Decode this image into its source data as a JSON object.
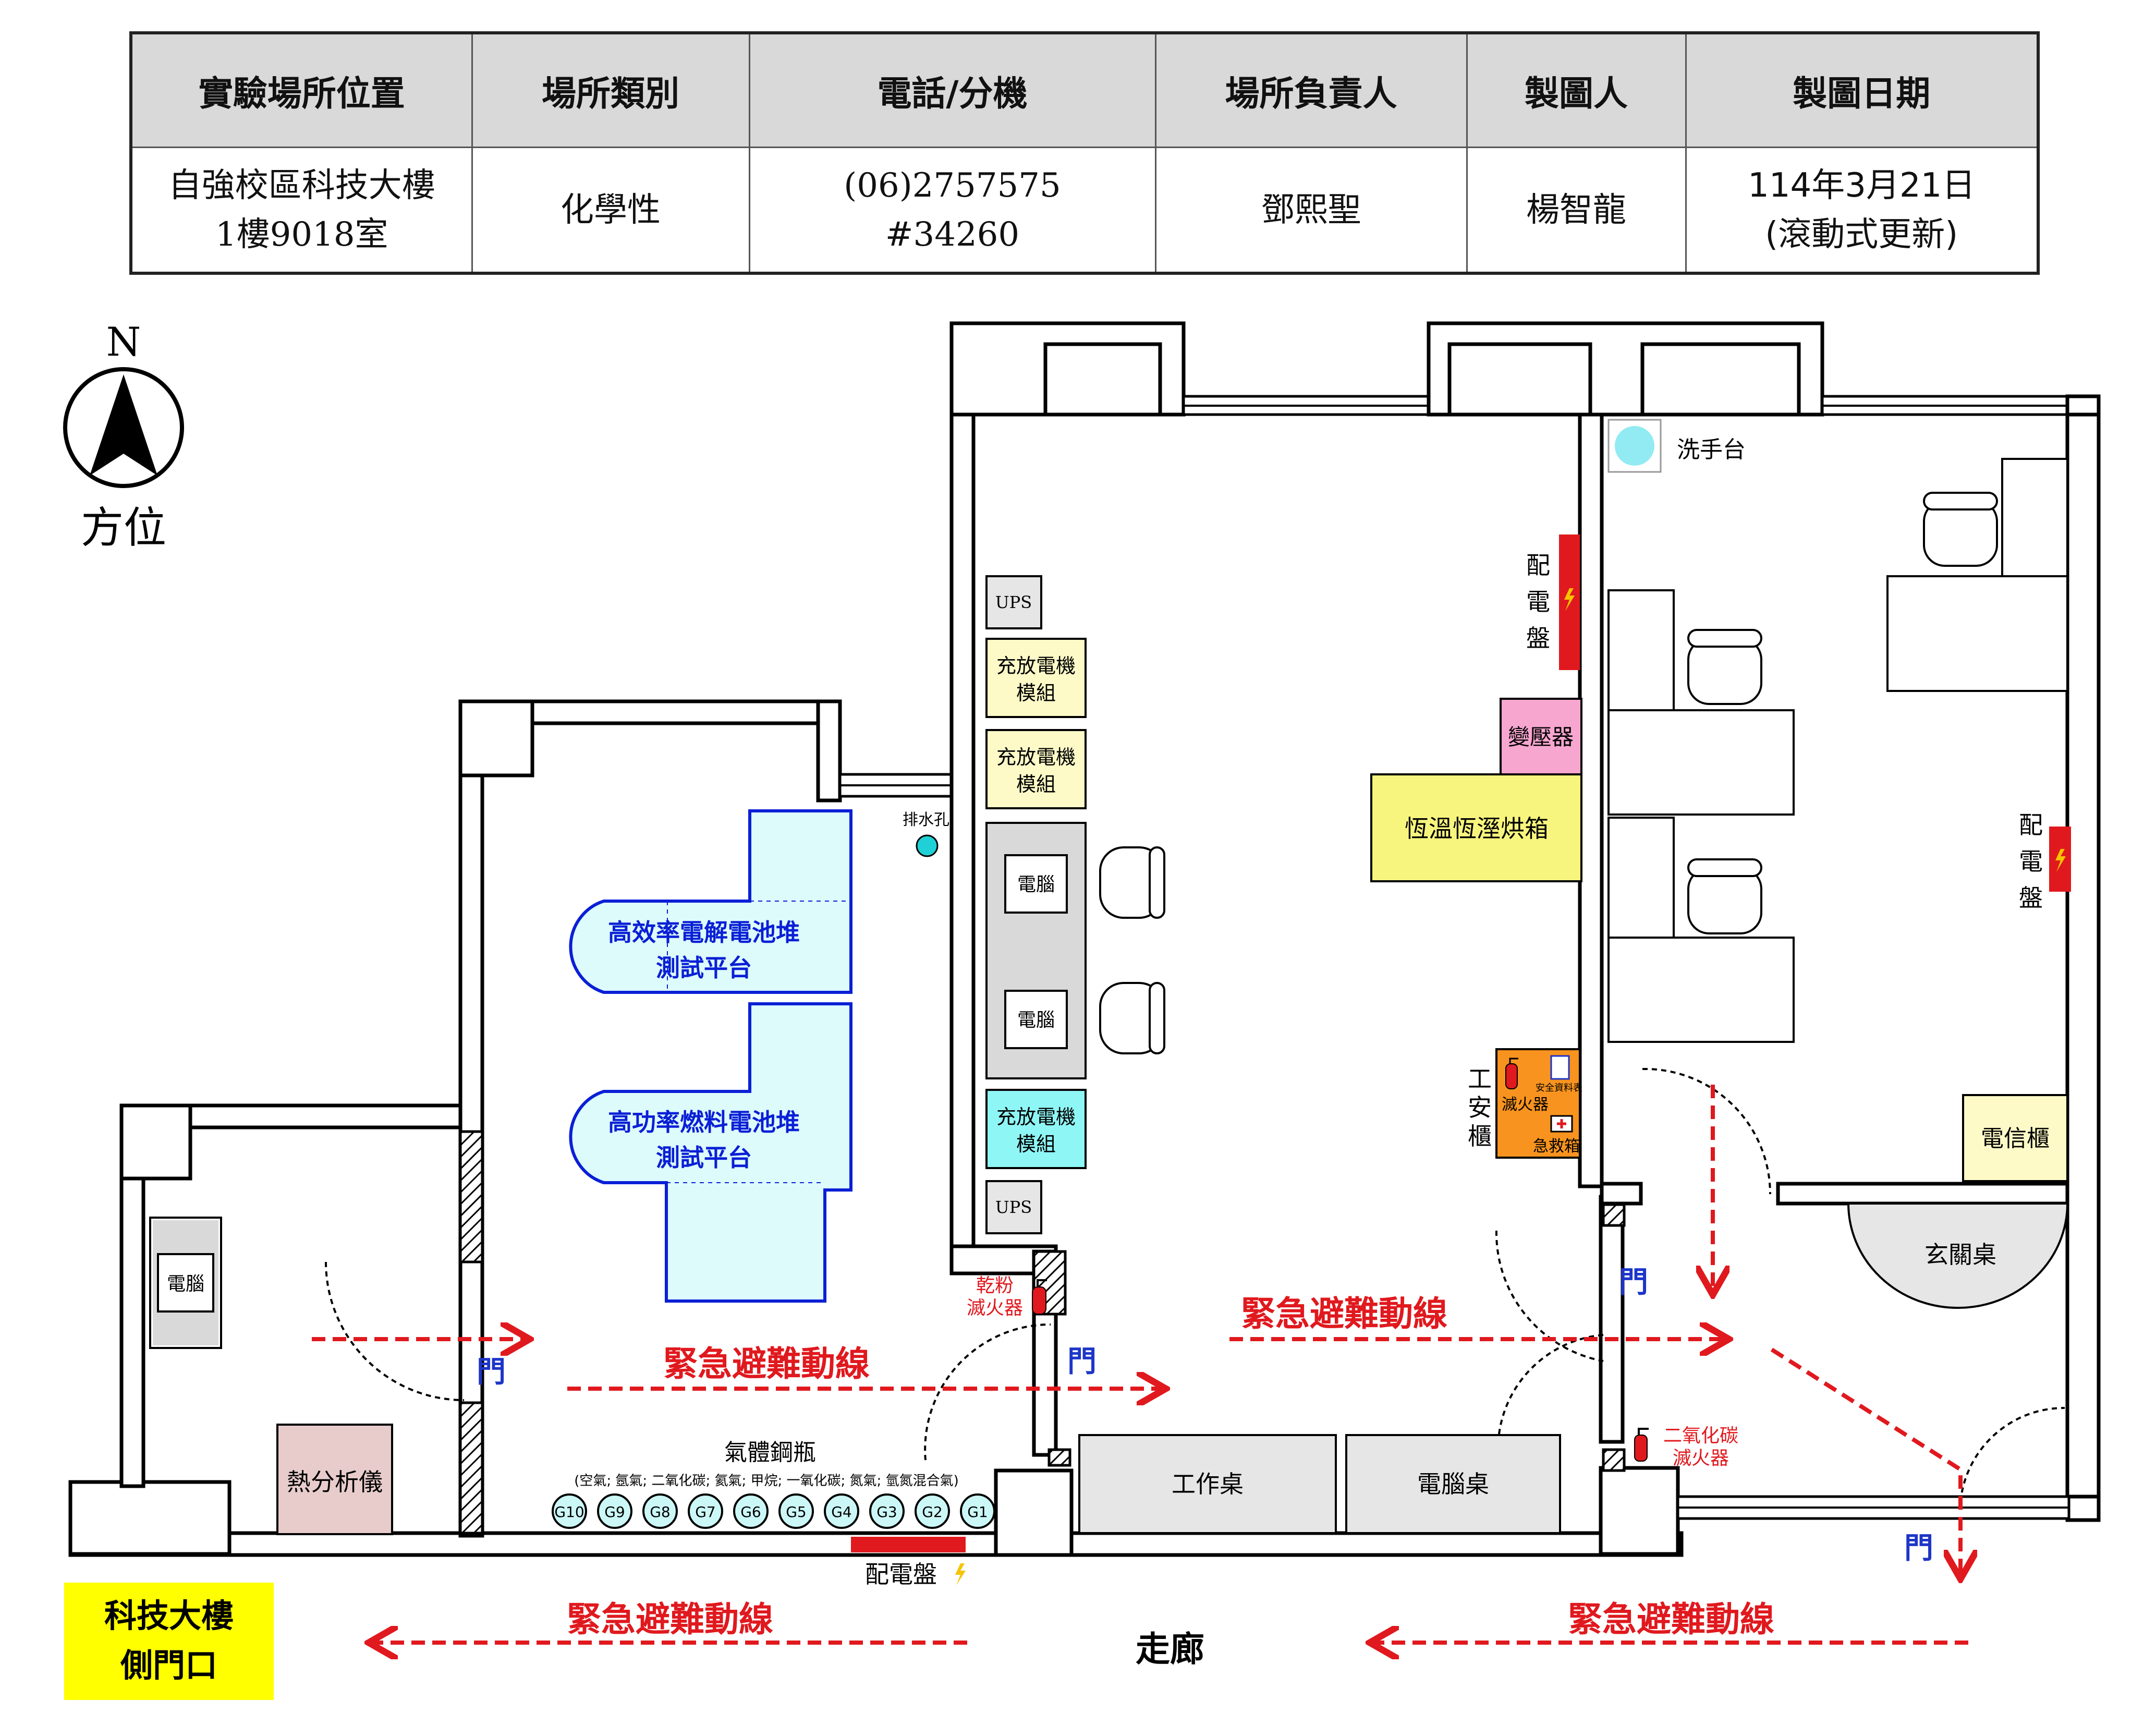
{
  "info_table": {
    "headers": [
      "實驗場所位置",
      "場所類別",
      "電話/分機",
      "場所負責人",
      "製圖人",
      "製圖日期"
    ],
    "location": [
      "自強校區科技大樓",
      "1樓9018室"
    ],
    "category": "化學性",
    "phone": [
      "(06)2757575",
      "#34260"
    ],
    "manager": "鄧熙聖",
    "drafter": "楊智龍",
    "date": [
      "114年3月21日",
      "(滾動式更新)"
    ]
  },
  "compass": {
    "letter": "N",
    "label": "方位"
  },
  "equipment": {
    "ups": "UPS",
    "charger_module": [
      "充放電機",
      "模組"
    ],
    "computer": "電腦",
    "electrolysis_platform": [
      "高效率電解電池堆",
      "測試平台"
    ],
    "fuel_cell_platform": [
      "高功率燃料電池堆",
      "測試平台"
    ],
    "drain": "排水孔",
    "oven": "恆溫恆溼烘箱",
    "transformer": "變壓器",
    "sink": "洗手台",
    "telecom_cabinet": "電信櫃",
    "foyer_desk": "玄關桌",
    "work_table": "工作桌",
    "computer_desk": "電腦桌",
    "thermal_analyzer": "熱分析儀",
    "gas_cylinders_title": "氣體鋼瓶",
    "gas_cylinders_detail": "(空氣; 氬氣; 二氧化碳; 氦氣; 甲烷; 一氧化碳; 氮氣; 氫氮混合氣)",
    "cylinders": [
      "G10",
      "G9",
      "G8",
      "G7",
      "G6",
      "G5",
      "G4",
      "G3",
      "G2",
      "G1"
    ],
    "power_panel": "配電盤",
    "power_panel_vertical": [
      "配",
      "電",
      "盤"
    ],
    "safety_cabinet_vertical": [
      "工",
      "安",
      "櫃"
    ],
    "safety_sheet": "安全資料表",
    "extinguisher": "滅火器",
    "first_aid": "急救箱",
    "dry_powder_extinguisher": [
      "乾粉",
      "滅火器"
    ],
    "co2_extinguisher": [
      "二氧化碳",
      "滅火器"
    ]
  },
  "labels": {
    "door": "門",
    "evacuation": "緊急避難動線",
    "corridor": "走廊",
    "side_door": [
      "科技大樓",
      "側門口"
    ]
  },
  "colors": {
    "evacuation": "#e0191e",
    "door_text": "#1d35c8",
    "platform_border": "#0a1fd6",
    "platform_fill": "#ddfbfb",
    "charger_fill": "#fdfac7",
    "charger_cyan": "#8ff6f6",
    "oven_fill": "#f8f57e",
    "transformer_fill": "#f7a6d0",
    "thermal_fill": "#e8cccc",
    "side_door_fill": "#ffff00",
    "safety_cabinet_fill": "#f7931e"
  }
}
